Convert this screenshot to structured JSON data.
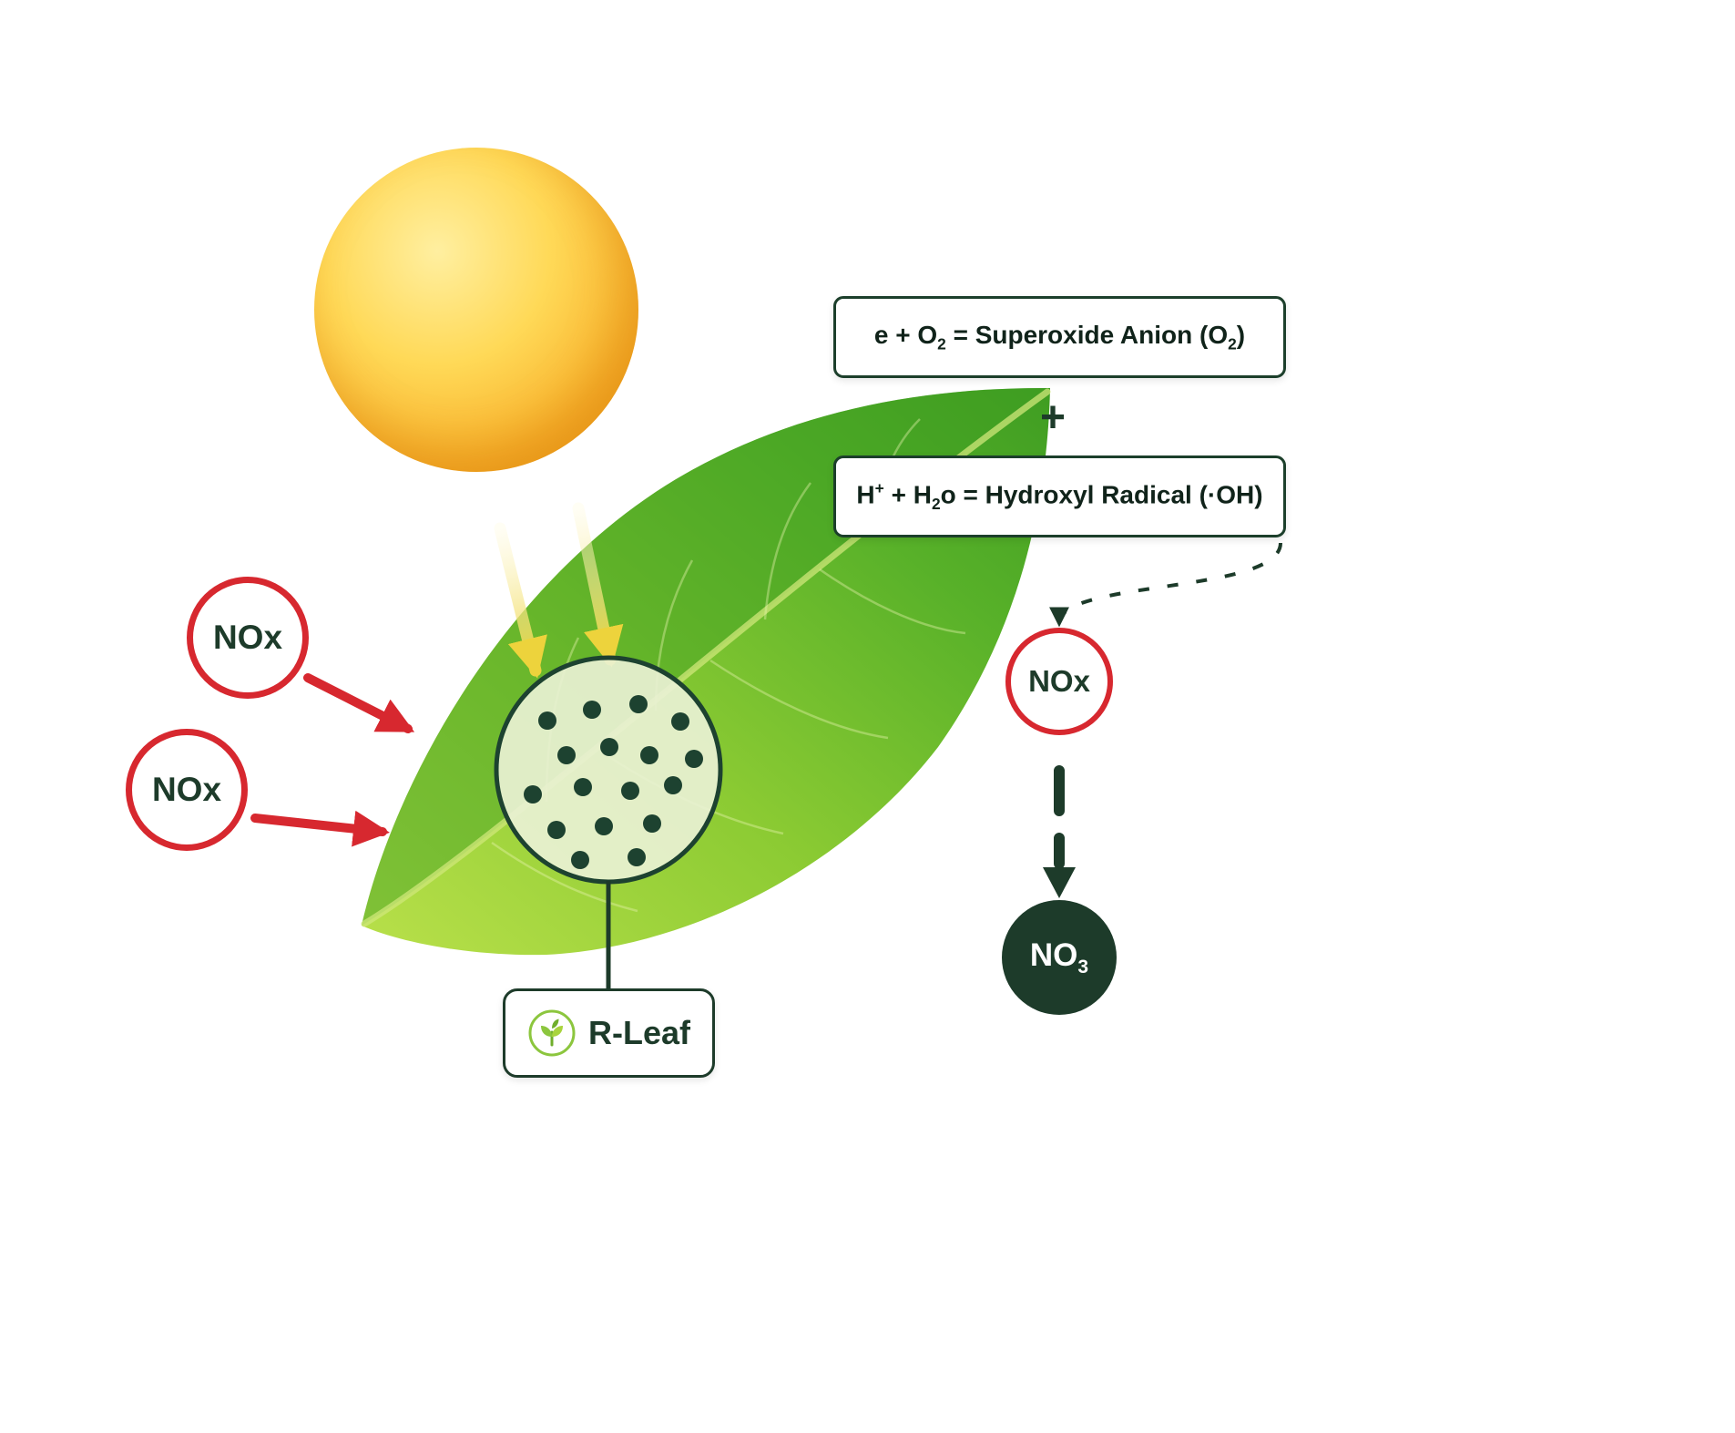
{
  "colors": {
    "red": "#d7282f",
    "dark_green": "#1d3b2a",
    "leaf_green": "#5cb22c",
    "brand_green": "#8cc63e",
    "sun_orange": "#f6a21a"
  },
  "nox_sources": {
    "top_label": "NOx",
    "bottom_label": "NOx"
  },
  "formulas": {
    "superoxide": {
      "p1": "e + O",
      "sub1": "2",
      "p2": " = Superoxide Anion (O",
      "sub2": "2",
      "p3": ")"
    },
    "plus": "+",
    "hydroxyl": {
      "p1": "H",
      "sup1": "+",
      "p2": " + H",
      "sub1": "2",
      "p3": "o = Hydroxyl Radical (·OH)"
    }
  },
  "conversion": {
    "nox_label": "NOx",
    "no3_base": "NO",
    "no3_sub": "3"
  },
  "rleaf": {
    "label": "R-Leaf"
  }
}
